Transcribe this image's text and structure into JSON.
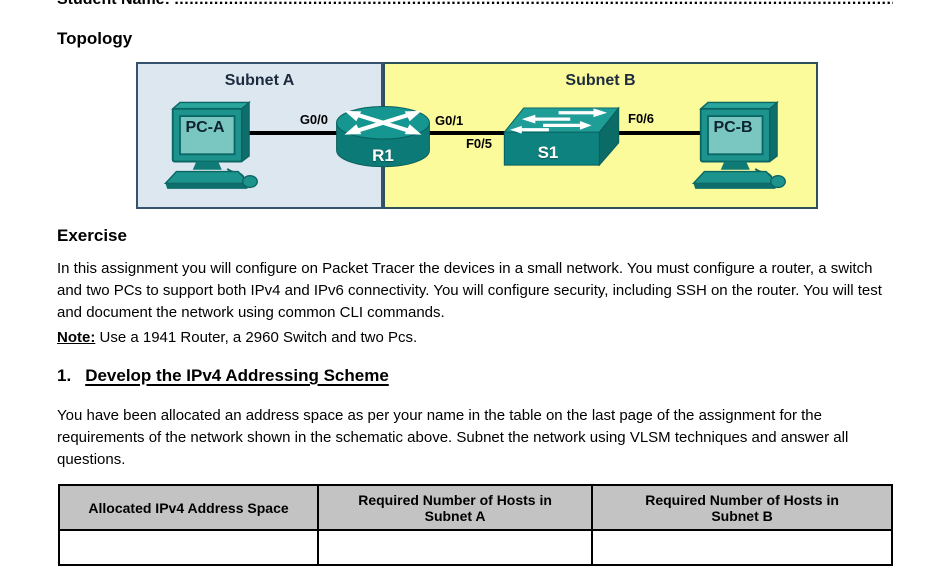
{
  "colors": {
    "subnet_a_fill": "#dde7f0",
    "subnet_b_fill": "#fbfb9b",
    "subnet_a_border": "#35536e",
    "subnet_b_border": "#2e4f5c",
    "device_teal": "#0e827e",
    "table_header_bg": "#c3c3c3",
    "link_line": "#000000"
  },
  "header": {
    "student_name_label": "Student Name:",
    "dots": "........................................................................................................................................................................................."
  },
  "topology": {
    "heading": "Topology",
    "subnet_a_label": "Subnet A",
    "subnet_b_label": "Subnet B",
    "pc_a_label": "PC-A",
    "router_label": "R1",
    "switch_label": "S1",
    "pc_b_label": "PC-B",
    "if_g00": "G0/0",
    "if_g01": "G0/1",
    "if_f05": "F0/5",
    "if_f06": "F0/6"
  },
  "exercise": {
    "heading": "Exercise",
    "paragraph": "In this assignment you will configure on Packet Tracer the devices in a small network. You must configure a router, a switch and two PCs to support both IPv4 and IPv6 connectivity. You will configure security, including SSH on the router. You will test and document the network using common CLI commands.",
    "note_label": "Note:",
    "note_text": "Use a 1941 Router, a 2960 Switch and two Pcs."
  },
  "section1": {
    "number": "1.",
    "heading": "Develop the IPv4 Addressing Scheme",
    "paragraph": "You have been allocated an address space as per your name in the table on the last page of the assignment for the requirements of the network shown in the schematic above. Subnet the network using VLSM techniques and answer all questions."
  },
  "table": {
    "headers": [
      "Allocated IPv4 Address Space",
      "Required Number of Hosts in Subnet A",
      "Required Number of Hosts in Subnet B"
    ],
    "row": [
      "",
      "",
      ""
    ]
  }
}
